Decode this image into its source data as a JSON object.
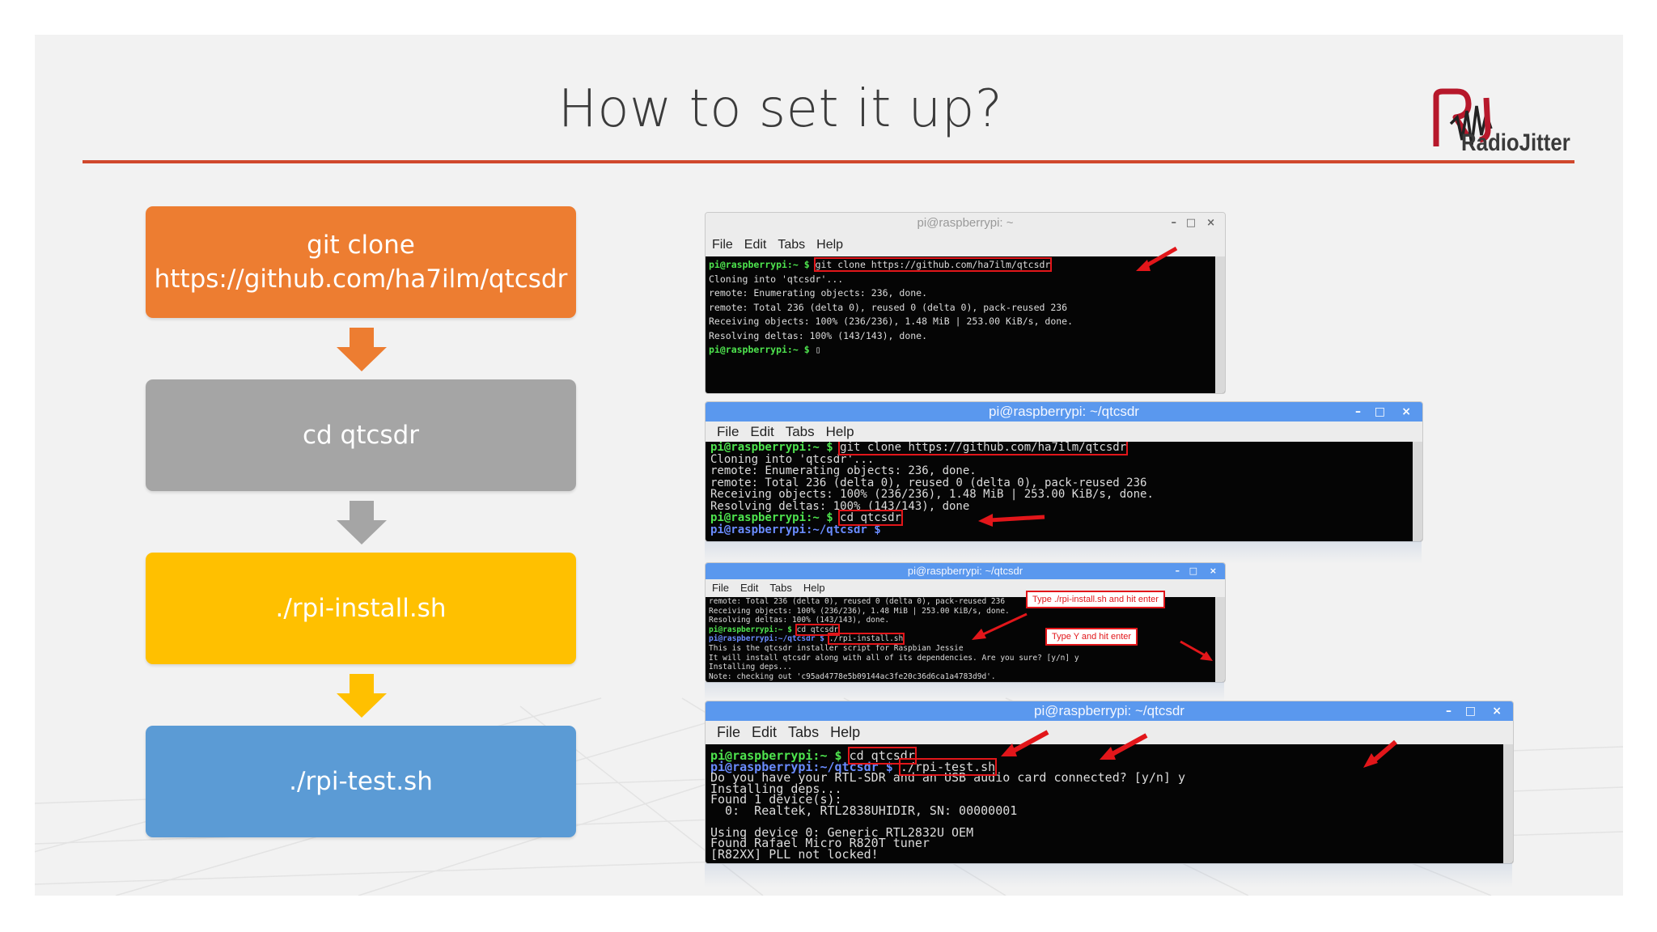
{
  "slide": {
    "title": "How to set it up?",
    "logo_text": "RadioJitter",
    "logo_mark": "RJ",
    "accent_color": "#d0482d"
  },
  "steps": [
    {
      "lines": [
        "git clone",
        "https://github.com/ha7ilm/qtcsdr"
      ],
      "color": "#ed7d31"
    },
    {
      "lines": [
        "cd qtcsdr"
      ],
      "color": "#a5a5a5"
    },
    {
      "lines": [
        "./rpi-install.sh"
      ],
      "color": "#ffc000"
    },
    {
      "lines": [
        "./rpi-test.sh"
      ],
      "color": "#5b9bd5"
    }
  ],
  "terminals": [
    {
      "title": "pi@raspberrypi: ~",
      "menu": [
        "File",
        "Edit",
        "Tabs",
        "Help"
      ],
      "lines": [
        {
          "prompt": "pi@raspberrypi:~ $ ",
          "cmd": "git clone https://github.com/ha7ilm/qtcsdr"
        },
        {
          "text": "Cloning into 'qtcsdr'..."
        },
        {
          "text": "remote: Enumerating objects: 236, done."
        },
        {
          "text": "remote: Total 236 (delta 0), reused 0 (delta 0), pack-reused 236"
        },
        {
          "text": "Receiving objects: 100% (236/236), 1.48 MiB | 253.00 KiB/s, done."
        },
        {
          "text": "Resolving deltas: 100% (143/143), done."
        },
        {
          "prompt": "pi@raspberrypi:~ $ ",
          "cmd": ""
        }
      ]
    },
    {
      "title": "pi@raspberrypi: ~/qtcsdr",
      "menu": [
        "File",
        "Edit",
        "Tabs",
        "Help"
      ],
      "lines": [
        {
          "prompt": "pi@raspberrypi:~ $ ",
          "cmd": "git clone https://github.com/ha7ilm/qtcsdr"
        },
        {
          "text": "Cloning into 'qtcsdr'..."
        },
        {
          "text": "remote: Enumerating objects: 236, done."
        },
        {
          "text": "remote: Total 236 (delta 0), reused 0 (delta 0), pack-reused 236"
        },
        {
          "text": "Receiving objects: 100% (236/236), 1.48 MiB | 253.00 KiB/s, done."
        },
        {
          "text": "Resolving deltas: 100% (143/143), done"
        },
        {
          "prompt": "pi@raspberrypi:~ $ ",
          "cmd": "cd qtcsdr"
        },
        {
          "prompt": "pi@raspberrypi:~/qtcsdr $ ",
          "cmd": ""
        }
      ]
    },
    {
      "title": "pi@raspberrypi: ~/qtcsdr",
      "menu": [
        "File",
        "Edit",
        "Tabs",
        "Help"
      ],
      "lines": [
        {
          "text": "remote: Total 236 (delta 0), reused 0 (delta 0), pack-reused 236"
        },
        {
          "text": "Receiving objects: 100% (236/236), 1.48 MiB | 253.00 KiB/s, done."
        },
        {
          "text": "Resolving deltas: 100% (143/143), done."
        },
        {
          "prompt": "pi@raspberrypi:~ $ ",
          "cmd": "cd qtcsdr"
        },
        {
          "prompt": "pi@raspberrypi:~/qtcsdr $ ",
          "cmd": "./rpi-install.sh"
        },
        {
          "text": "This is the qtcsdr installer script for Raspbian Jessie"
        },
        {
          "text": "It will install qtcsdr along with all of its dependencies. Are you sure? [y/n] y"
        },
        {
          "text": "Installing deps..."
        },
        {
          "text": "Note: checking out 'c95ad4778e5b09144ac3fe20c36d6ca1a4783d9d'."
        }
      ],
      "callouts": [
        "Type ./rpi-install.sh and hit enter",
        "Type Y and hit enter"
      ]
    },
    {
      "title": "pi@raspberrypi: ~/qtcsdr",
      "menu": [
        "File",
        "Edit",
        "Tabs",
        "Help"
      ],
      "lines": [
        {
          "prompt": "pi@raspberrypi:~ $ ",
          "cmd": "cd qtcsdr"
        },
        {
          "prompt": "pi@raspberrypi:~/qtcsdr $ ",
          "cmd": "./rpi-test.sh"
        },
        {
          "text": "Do you have your RTL-SDR and an USB audio card connected? [y/n] y"
        },
        {
          "text": "Installing deps..."
        },
        {
          "text": "Found 1 device(s):"
        },
        {
          "text": "  0:  Realtek, RTL2838UHIDIR, SN: 00000001"
        },
        {
          "text": ""
        },
        {
          "text": "Using device 0: Generic RTL2832U OEM"
        },
        {
          "text": "Found Rafael Micro R820T tuner"
        },
        {
          "text": "[R82XX] PLL not locked!"
        }
      ]
    }
  ]
}
